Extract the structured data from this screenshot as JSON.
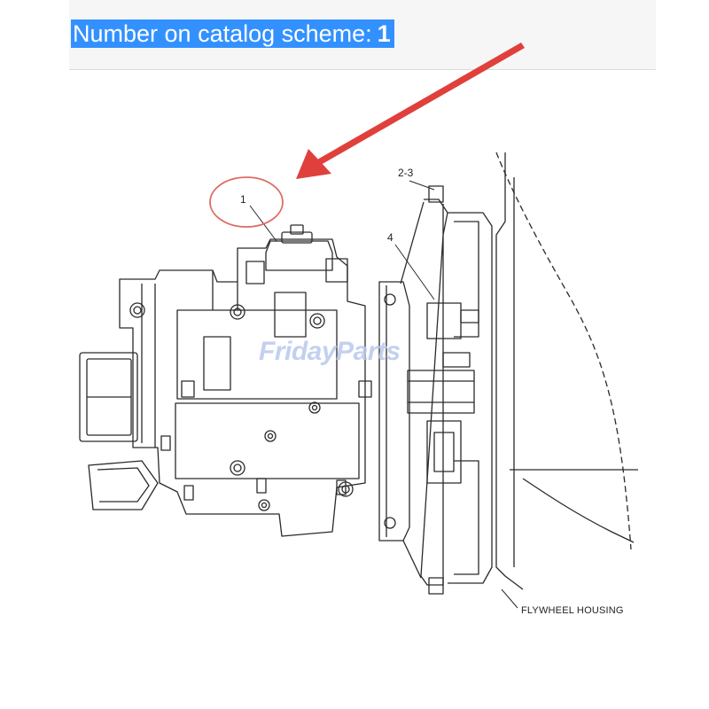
{
  "header": {
    "label": "Number on catalog scheme:",
    "number": "1"
  },
  "diagram": {
    "callouts": {
      "item_1": "1",
      "item_2_3": "2-3",
      "item_4": "4",
      "flywheel_housing": "FLYWHEEL HOUSING"
    },
    "watermark": "FridayParts",
    "colors": {
      "highlight": "#3391ff",
      "arrow": "#e0403c",
      "circle": "#e06b63",
      "line": "#2a2a2a",
      "watermark": "#b9c8ec"
    }
  }
}
